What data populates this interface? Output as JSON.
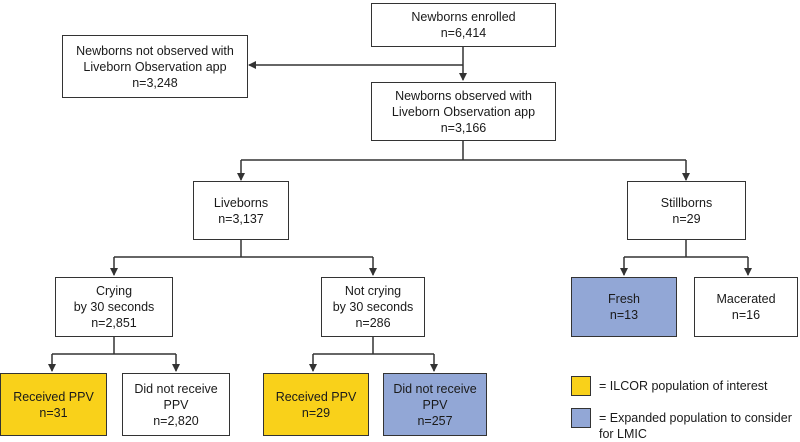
{
  "colors": {
    "ilcor": "#f9d11a",
    "expanded": "#92a7d6",
    "plain": "#ffffff",
    "border": "#333333"
  },
  "nodes": {
    "enrolled": {
      "lines": [
        "Newborns enrolled",
        "n=6,414"
      ]
    },
    "not_observed": {
      "lines": [
        "Newborns not observed with",
        "Liveborn Observation app",
        "n=3,248"
      ]
    },
    "observed": {
      "lines": [
        "Newborns observed with",
        "Liveborn Observation app",
        "n=3,166"
      ]
    },
    "liveborns": {
      "lines": [
        "Liveborns",
        "n=3,137"
      ]
    },
    "stillborns": {
      "lines": [
        "Stillborns",
        "n=29"
      ]
    },
    "crying": {
      "lines": [
        "Crying",
        "by 30 seconds",
        "n=2,851"
      ]
    },
    "not_crying": {
      "lines": [
        "Not crying",
        "by 30 seconds",
        "n=286"
      ]
    },
    "fresh": {
      "lines": [
        "Fresh",
        "n=13"
      ]
    },
    "macerated": {
      "lines": [
        "Macerated",
        "n=16"
      ]
    },
    "crying_ppv": {
      "lines": [
        "Received PPV",
        "n=31"
      ]
    },
    "crying_no_ppv": {
      "lines": [
        "Did not receive",
        "PPV",
        "n=2,820"
      ]
    },
    "notcrying_ppv": {
      "lines": [
        "Received PPV",
        "n=29"
      ]
    },
    "notcrying_no_ppv": {
      "lines": [
        "Did not receive",
        "PPV",
        "n=257"
      ]
    }
  },
  "legend": {
    "ilcor_label": "= ILCOR population of interest",
    "expanded_label": [
      "= Expanded population to consider",
      "for LMIC"
    ]
  }
}
